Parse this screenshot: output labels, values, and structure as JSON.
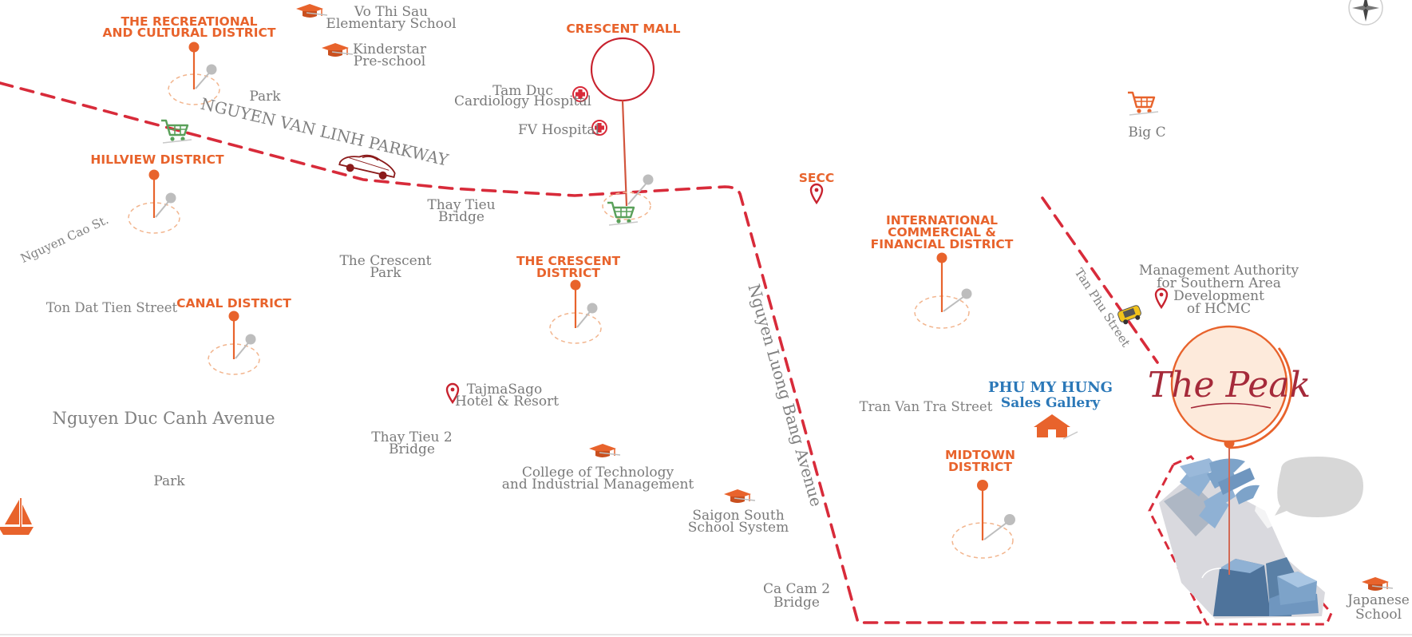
{
  "colors": {
    "district": "#e8632c",
    "route": "#d82b3a",
    "pin_gray": "#b9b9b9",
    "poi_text": "#7a7a7a",
    "sales_blue": "#2b78b8",
    "peak_bg": "#fdeadb",
    "peak_ring": "#e8632c",
    "mall_red": "#c8232f",
    "shop_green": "#5aa05a",
    "building_blue": "#5a80a6"
  },
  "districts": {
    "recreational_1": "THE RECREATIONAL",
    "recreational_2": "AND CULTURAL DISTRICT",
    "hillview": "HILLVIEW DISTRICT",
    "canal": "CANAL DISTRICT",
    "crescent_1": "THE CRESCENT",
    "crescent_2": "DISTRICT",
    "international_1": "INTERNATIONAL",
    "international_2": "COMMERCIAL &",
    "international_3": "FINANCIAL DISTRICT",
    "midtown_1": "MIDTOWN",
    "midtown_2": "DISTRICT",
    "crescent_mall": "CRESCENT MALL",
    "secc": "SECC"
  },
  "streets": {
    "nguyen_van_linh": "NGUYEN VAN LINH PARKWAY",
    "nguyen_cao": "Nguyen Cao St.",
    "ton_dat_tien": "Ton Dat Tien Street",
    "nguyen_duc_canh": "Nguyen Duc Canh Avenue",
    "nguyen_luong_bang": "Nguyen Luong Bang Avenue",
    "tran_van_tra": "Tran Van Tra Street",
    "tan_phu": "Tan Phu Street"
  },
  "pois": {
    "vo_thi_sau_1": "Vo Thi Sau",
    "vo_thi_sau_2": "Elementary School",
    "kinderstar_1": "Kinderstar",
    "kinderstar_2": "Pre-school",
    "park_top": "Park",
    "tam_duc_1": "Tam Duc",
    "tam_duc_2": "Cardiology Hospital",
    "fv_hospital": "FV Hospital",
    "thay_tieu_1": "Thay Tieu",
    "thay_tieu_2": "Bridge",
    "crescent_park_1": "The Crescent",
    "crescent_park_2": "Park",
    "tajmasago_1": "TajmaSago",
    "tajmasago_2": "Hotel & Resort",
    "thay_tieu2_1": "Thay Tieu 2",
    "thay_tieu2_2": "Bridge",
    "college_1": "College of Technology",
    "college_2": "and Industrial Management",
    "saigon_south_1": "Saigon South",
    "saigon_south_2": "School System",
    "ca_cam_1": "Ca Cam 2",
    "ca_cam_2": "Bridge",
    "park_bottom": "Park",
    "big_c": "Big C",
    "mgmt_1": "Management Authority",
    "mgmt_2": "for Southern Area",
    "mgmt_3": "Development",
    "mgmt_4": "of HCMC",
    "japanese_1": "Japanese",
    "japanese_2": "School"
  },
  "sales_gallery": {
    "line1": "PHU MY HUNG",
    "line2": "Sales Gallery"
  },
  "logo": {
    "text": "The Peak"
  },
  "icons": {
    "school": "graduation-cap-icon",
    "hospital": "red-cross-icon",
    "shopping": "shopping-cart-icon",
    "location": "map-pin-icon",
    "compass": "compass-icon",
    "boat": "sailboat-icon",
    "car": "sports-car-icon",
    "house": "house-icon",
    "taxi": "taxi-icon"
  }
}
